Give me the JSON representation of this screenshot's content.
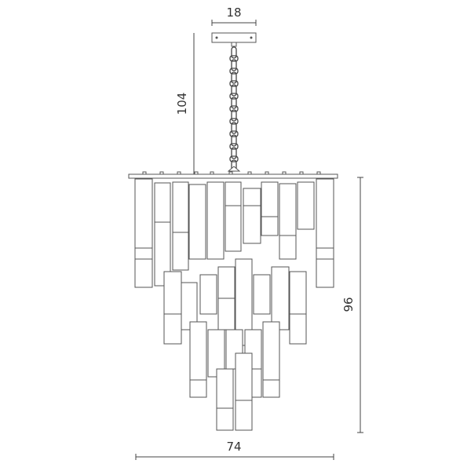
{
  "dimensions": {
    "canopy_width": "18",
    "hanging_length": "104",
    "body_height": "96",
    "body_width": "74"
  },
  "colors": {
    "line": "#444444",
    "background": "#ffffff"
  }
}
